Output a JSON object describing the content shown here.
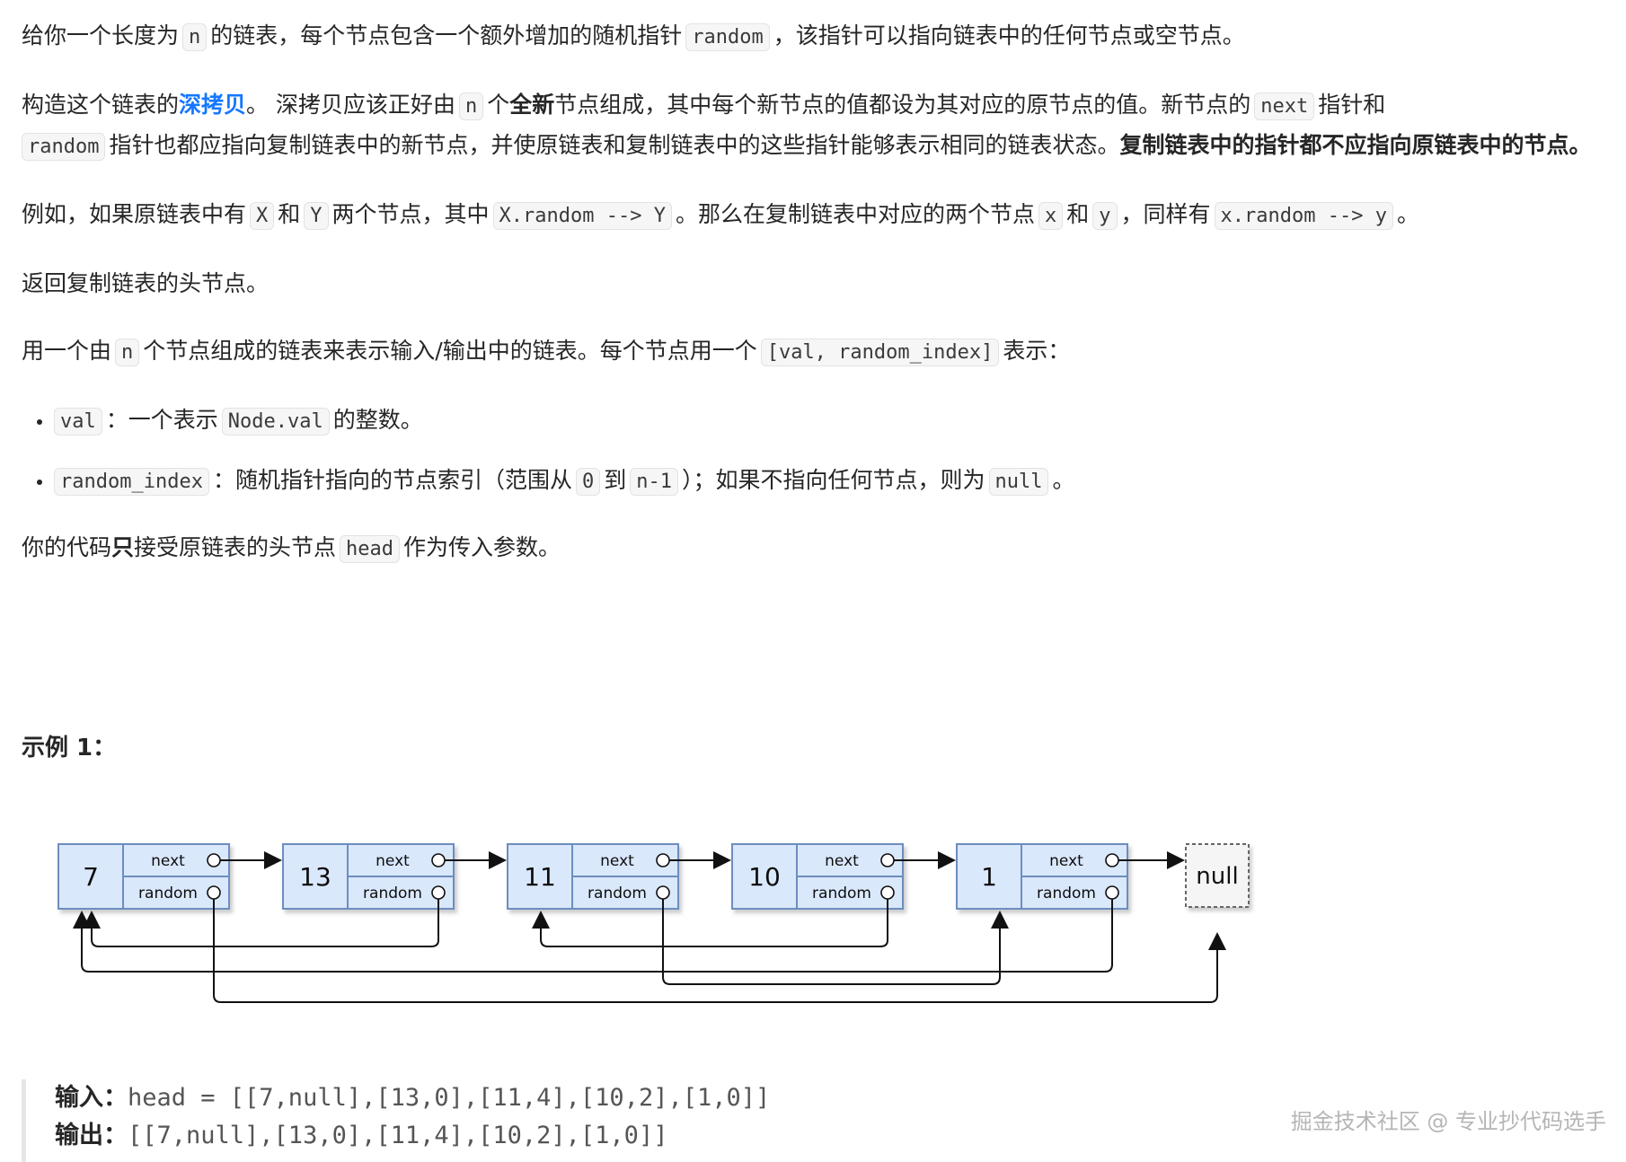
{
  "p1": {
    "t1": "给你一个长度为",
    "c1": "n",
    "t2": "的链表，每个节点包含一个额外增加的随机指针",
    "c2": "random",
    "t3": "，该指针可以指向链表中的任何节点或空节点。"
  },
  "p2": {
    "t1": "构造这个链表的",
    "link": "深拷贝",
    "t2": "。 深拷贝应该正好由",
    "c1": "n",
    "t3": "个",
    "b1": "全新",
    "t4": "节点组成，其中每个新节点的值都设为其对应的原节点的值。新节点的",
    "c2": "next",
    "t5": "指针和",
    "c3": "random",
    "t6": "指针也都应指向复制链表中的新节点，并使原链表和复制链表中的这些指针能够表示相同的链表状态。",
    "b2": "复制链表中的指针都不应指向原链表中的节点",
    "t7": "。"
  },
  "p3": {
    "t1": "例如，如果原链表中有",
    "c1": "X",
    "t2": "和",
    "c2": "Y",
    "t3": "两个节点，其中",
    "c3": "X.random --> Y",
    "t4": "。那么在复制链表中对应的两个节点",
    "c4": "x",
    "t5": "和",
    "c5": "y",
    "t6": "，同样有",
    "c6": "x.random --> y",
    "t7": "。"
  },
  "p4": "返回复制链表的头节点。",
  "p5": {
    "t1": "用一个由",
    "c1": "n",
    "t2": "个节点组成的链表来表示输入/输出中的链表。每个节点用一个",
    "c2": "[val, random_index]",
    "t3": "表示："
  },
  "bullets": [
    {
      "c1": "val",
      "t1": "：一个表示",
      "c2": "Node.val",
      "t2": "的整数。"
    },
    {
      "c1": "random_index",
      "t1": "：随机指针指向的节点索引（范围从",
      "c2": "0",
      "t2": "到",
      "c3": "n-1",
      "t3": "）；如果不指向任何节点，则为",
      "c4": "null",
      "t4": "。"
    }
  ],
  "p6": {
    "t1": "你的代码",
    "b1": "只",
    "t2": "接受原链表的头节点",
    "c1": "head",
    "t3": "作为传入参数。"
  },
  "example": {
    "title": "示例 1：",
    "diagram": {
      "nodes": [
        "7",
        "13",
        "11",
        "10",
        "1"
      ],
      "next_label": "next",
      "random_label": "random",
      "null_label": "null"
    },
    "input_label": "输入：",
    "input_value": "head = [[7,null],[13,0],[11,4],[10,2],[1,0]]",
    "output_label": "输出：",
    "output_value": "[[7,null],[13,0],[11,4],[10,2],[1,0]]"
  },
  "watermark": "掘金技术社区 @ 专业抄代码选手",
  "colors": {
    "node_fill": "#dae8fc",
    "node_stroke": "#6c8ebf",
    "link": "#1677ff"
  }
}
